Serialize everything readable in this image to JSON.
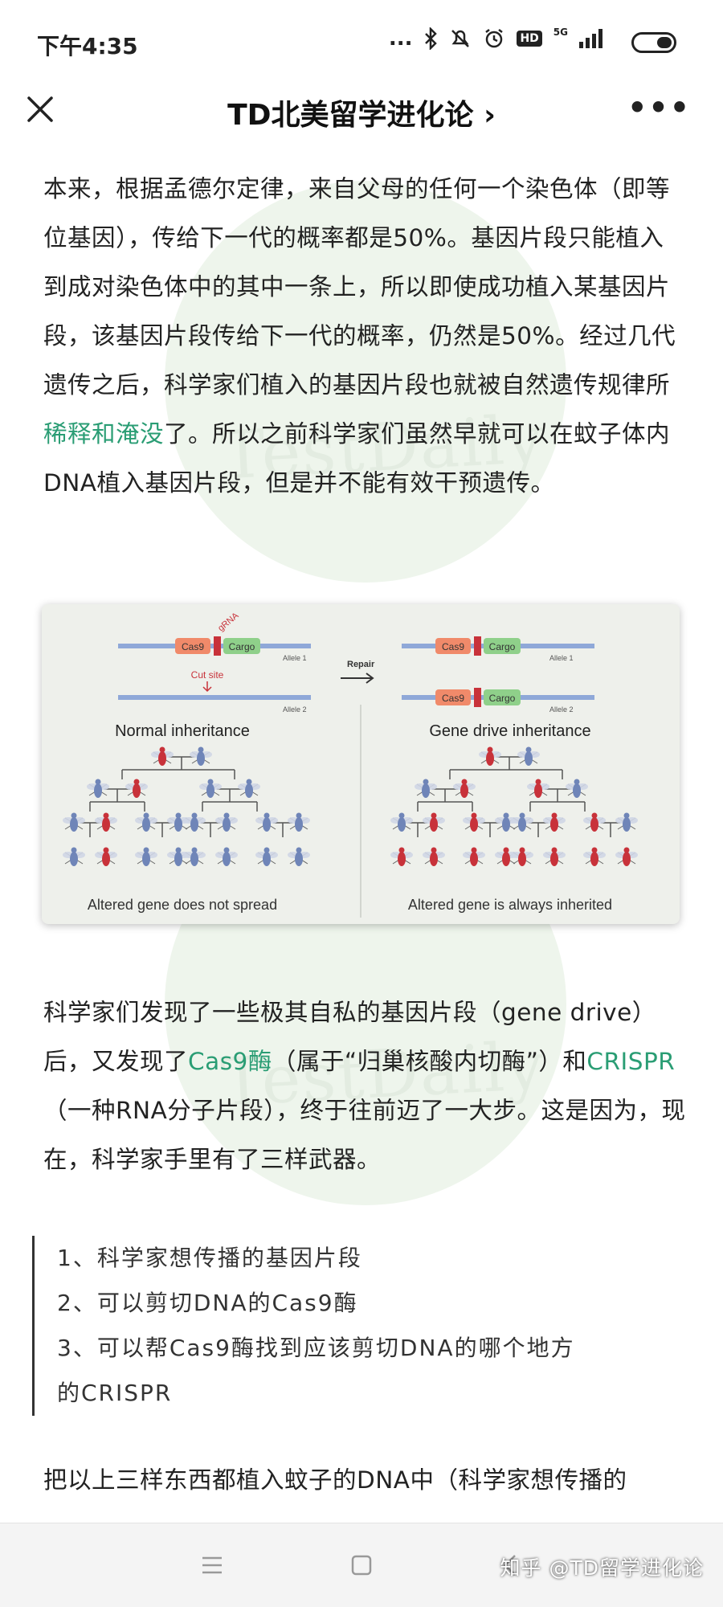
{
  "status_bar": {
    "time": "下午4:35",
    "dots": "...",
    "network": "5G"
  },
  "header": {
    "title": "TD北美留学进化论 ›"
  },
  "watermark": {
    "text": "TestDaily"
  },
  "article": {
    "p1_before": "本来，根据孟德尔定律，来自父母的任何一个染色体（即等位基因），传给下一代的概率都是50%。基因片段只能植入到成对染色体中的其中一条上，所以即使成功植入某基因片段，该基因片段传给下一代的概率，仍然是50%。经过几代遗传之后，科学家们植入的基因片段也就被自然遗传规律所",
    "p1_highlight": "稀释和淹没",
    "p1_after": "了。所以之前科学家们虽然早就可以在蚊子体内DNA植入基因片段，但是并不能有效干预遗传。",
    "p2_a": "科学家们发现了一些极其自私的基因片段（gene drive）后，又发现了",
    "p2_hl1": "Cas9酶",
    "p2_b": "（属于“归巢核酸内切酶”）和",
    "p2_hl2": "CRISPR",
    "p2_c": "（一种RNA分子片段），终于往前迈了一大步。这是因为，现在，科学家手里有了三样武器。",
    "list": [
      "1、科学家想传播的基因片段",
      "2、可以剪切DNA的Cas9酶",
      "3、可以帮Cas9酶找到应该剪切DNA的哪个地方",
      "的CRISPR"
    ],
    "p3": "把以上三样东西都植入蚊子的DNA中（科学家想传播的"
  },
  "figure": {
    "gene1": "Cas9",
    "gene2": "Cargo",
    "grna": "gRNA",
    "allele1": "Allele 1",
    "allele2": "Allele 2",
    "cut_site": "Cut site",
    "repair": "Repair",
    "left_title": "Normal inheritance",
    "right_title": "Gene drive inheritance",
    "left_caption": "Altered gene does not spread",
    "right_caption": "Altered gene is always inherited",
    "colors": {
      "red": "#c8323a",
      "blue": "#6f85b8",
      "cas9": "#f08a6a",
      "cargo": "#8fd08a",
      "chrom": "#8fa8d8"
    }
  },
  "bottom_bar": {
    "credit": "知乎 @TD留学进化论"
  }
}
